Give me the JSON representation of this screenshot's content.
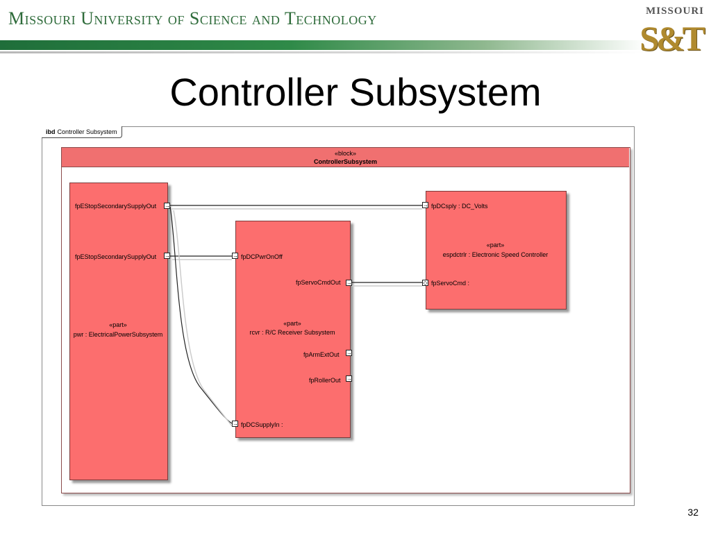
{
  "header": {
    "university": "Missouri University of Science and Technology",
    "logo_top": "MISSOURI",
    "logo_main": "S&T"
  },
  "slide": {
    "title": "Controller Subsystem",
    "page_number": "32"
  },
  "diagram": {
    "frame_kind": "ibd",
    "frame_name": "Controller Subsystem",
    "block": {
      "stereotype": "«block»",
      "name": "ControllerSubsystem"
    },
    "parts": {
      "pwr": {
        "stereotype": "«part»",
        "name": "pwr : ElectricalPowerSubsystem",
        "ports": [
          "fpEStopSecondarySupplyOut",
          "fpEStopSecondarySupplyOut"
        ]
      },
      "rcvr": {
        "stereotype": "«part»",
        "name": "rcvr : R/C Receiver Subsystem",
        "ports": [
          "fpDCPwrOnOff",
          "fpServoCmdOut",
          "fpArmExtOut",
          "fpRollerOut",
          "fpDCSupplyIn :"
        ]
      },
      "esc": {
        "stereotype": "«part»",
        "name": "espdctrlr : Electronic Speed Controller",
        "ports": [
          "fpDCsply : DC_Volts",
          "fpServoCmd :"
        ]
      }
    }
  }
}
